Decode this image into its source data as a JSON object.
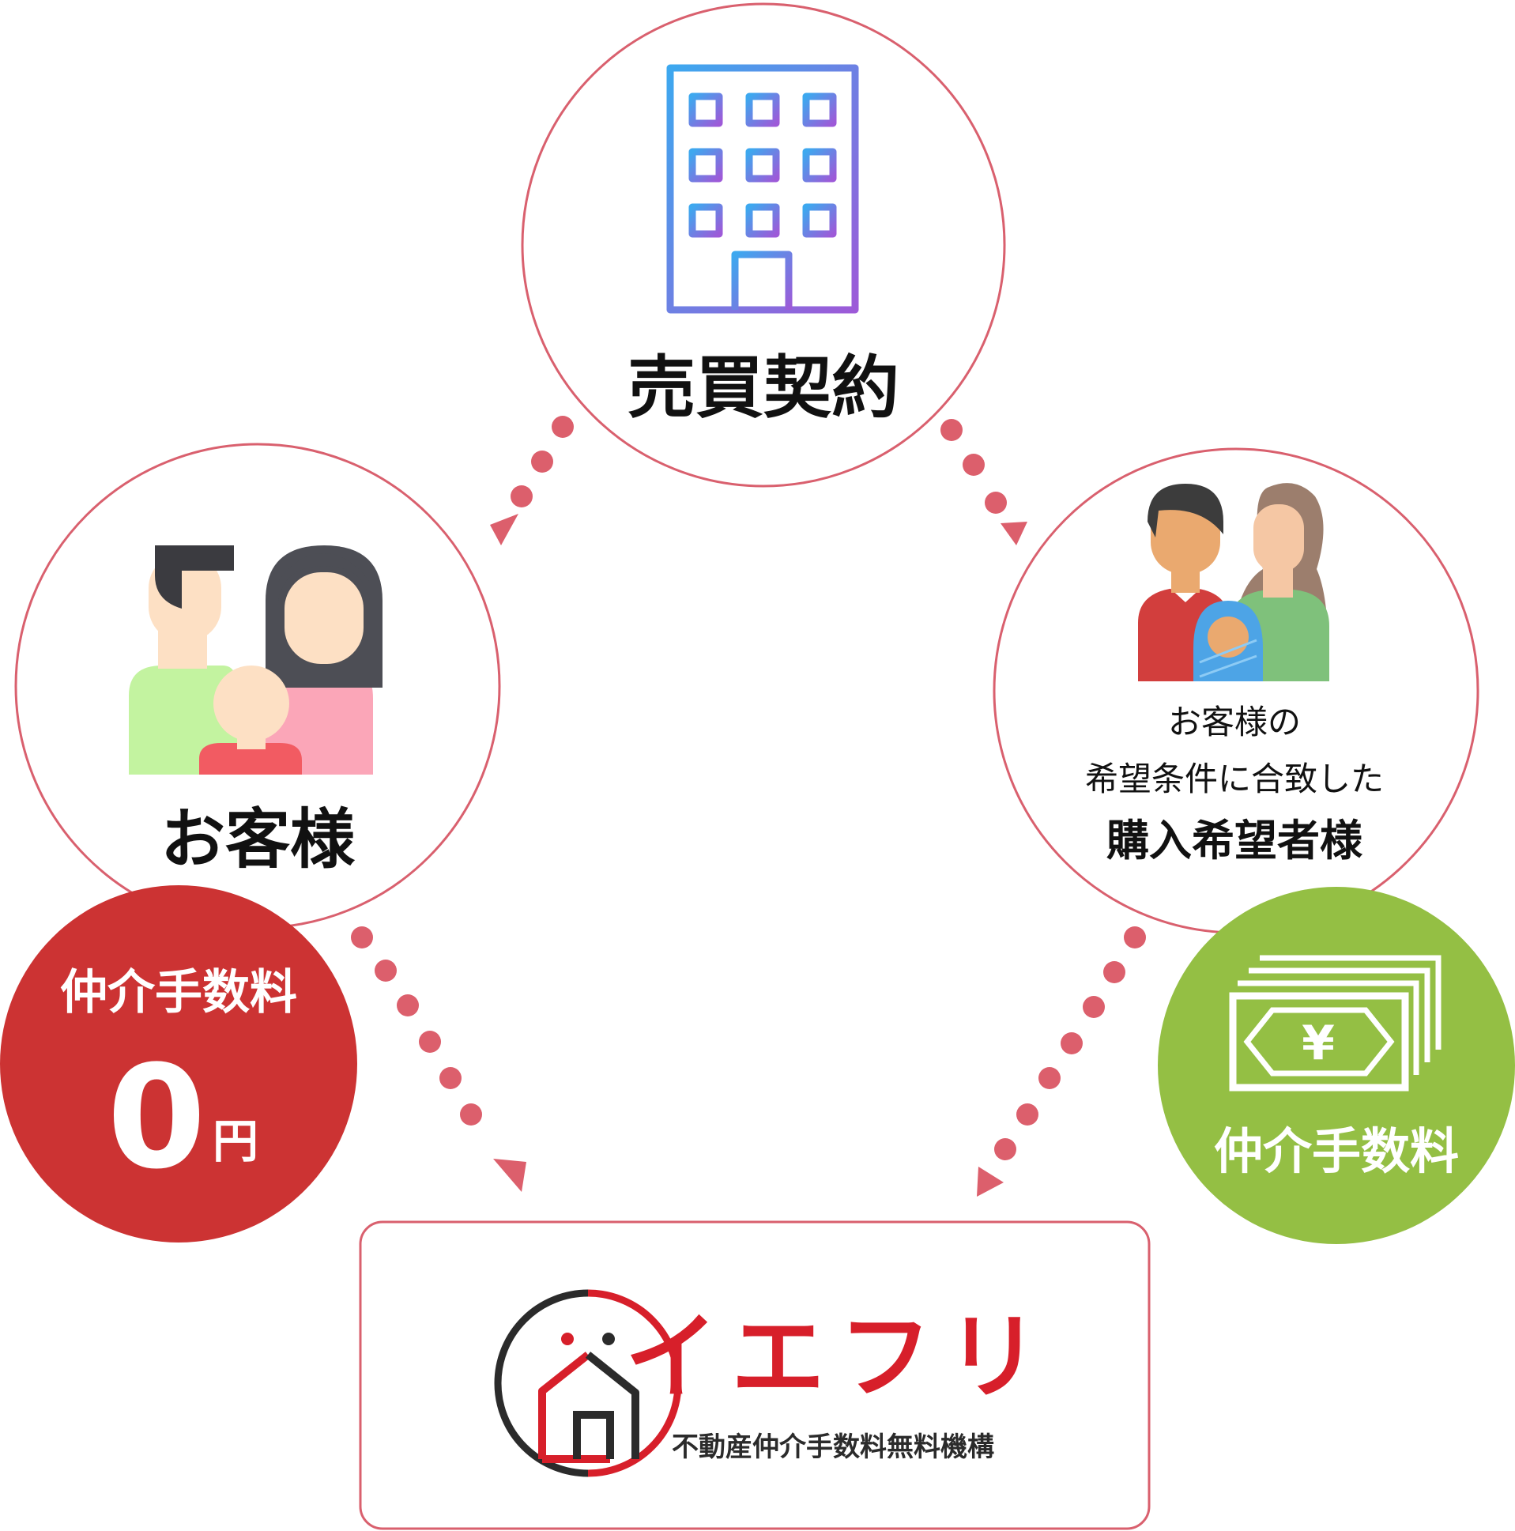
{
  "colors": {
    "outline": "#d9606e",
    "dot": "#dc5f6c",
    "red_badge": "#cc3333",
    "green_badge": "#94bf44",
    "brand_red": "#d71f2a",
    "brand_dark": "#2b2b2b",
    "text": "#111111"
  },
  "nodes": {
    "contract": {
      "label": "売買契約",
      "icon": "building-icon"
    },
    "customer": {
      "label": "お客様",
      "icon": "family-icon"
    },
    "buyer": {
      "line1": "お客様の",
      "line2": "希望条件に合致した",
      "line3": "購入希望者様",
      "icon": "family-with-baby-icon"
    }
  },
  "badges": {
    "customer_fee": {
      "label": "仲介手数料",
      "amount": "0",
      "unit": "円"
    },
    "buyer_fee": {
      "label": "仲介手数料",
      "icon": "yen-banknotes-icon",
      "yen": "¥"
    }
  },
  "brand": {
    "name": "イエフリ",
    "tagline": "不動産仲介手数料無料機構",
    "icon": "house-logo-icon"
  }
}
